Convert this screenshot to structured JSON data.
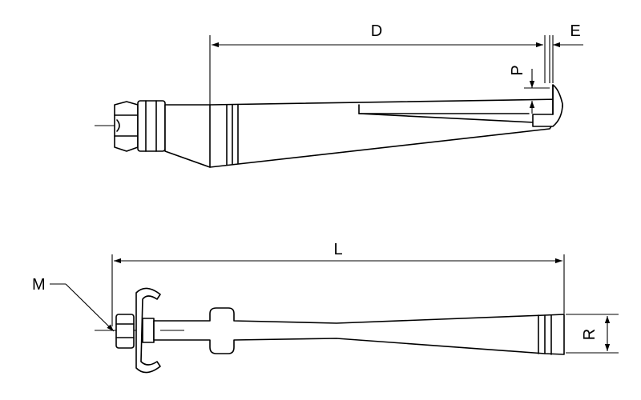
{
  "labels": {
    "D": "D",
    "E": "E",
    "P": "P",
    "L": "L",
    "M": "M",
    "R": "R"
  }
}
